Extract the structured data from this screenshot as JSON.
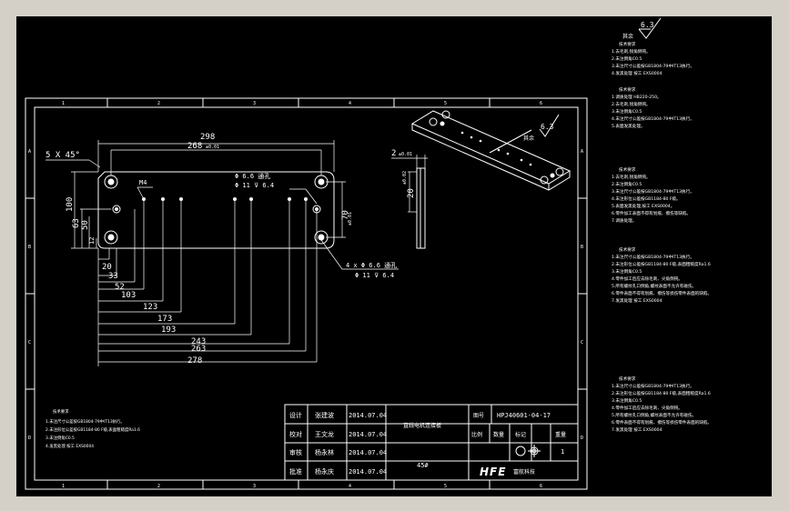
{
  "drawing": {
    "dimensions": {
      "chamfer": "5 X 45°",
      "d298": "298",
      "d268": "268",
      "d268_tol": "±0.01",
      "thread": "M4",
      "d100": "100",
      "d63": "63",
      "d50": "50",
      "d12": "12",
      "d70": "70",
      "d70_tol": "±0.01",
      "d20": "20",
      "d33": "33",
      "d52": "52",
      "d103": "103",
      "d123": "123",
      "d173": "173",
      "d193": "193",
      "d243": "243",
      "d263": "263",
      "d278": "278",
      "hole_top": "Φ 6.6 通孔",
      "hole_top2": "Φ 11 ⊽ 6.4",
      "hole_4x": "4 x Φ 6.6 通孔",
      "hole_4x2": "Φ 11 ⊽ 6.4",
      "side_2": "2",
      "side_2_tol": "±0.01",
      "side_20": "20",
      "side_20_tol": "±0.02",
      "roughness_iso": "6.3",
      "roughness_iso_label": "其余",
      "roughness_corner": "6.3",
      "roughness_corner_label": "其余"
    },
    "left_notes": {
      "title": "技术要求",
      "lines": [
        "1.未注尺寸公差按GB1804-79中IT13执行。",
        "2.未注形位公差按GB1184-80 F级,表面粗糙度Ra1.6",
        "3.未注倒角C0.5",
        "4.发黑处理 按工 EXS0004"
      ]
    },
    "title_block": {
      "row_labels": [
        "设计",
        "校对",
        "审核",
        "批准"
      ],
      "names": [
        "张建波",
        "王文龙",
        "杨永林",
        "杨永庆"
      ],
      "dates": [
        "2014.07.04",
        "2014.07.04",
        "2014.07.04",
        "2014.07.04"
      ],
      "part_name": "直线电机连接板",
      "material": "45#",
      "drawing_no_label": "图号",
      "drawing_no": "HPJ40601-04-17",
      "ratio_label": "比例",
      "qty_label": "数量",
      "mark_label": "标记",
      "scale_label": "重量",
      "qty_value": "1",
      "company": "HFE",
      "company_sub": "富航科技"
    },
    "border_letters": [
      "A",
      "B",
      "C",
      "D"
    ],
    "border_numbers": [
      "1",
      "2",
      "3",
      "4",
      "5",
      "6"
    ]
  },
  "right_panel": {
    "roughness_value": "6.3",
    "roughness_label": "其余",
    "blocks": [
      {
        "title": "技术要求",
        "lines": [
          "1.去毛刺,锐角倒钝。",
          "2.未注倒角C0.5",
          "3.未注尺寸公差按GB1804-79中IT13执行。",
          "4.发黑处理 按工 EXS0004"
        ]
      },
      {
        "title": "技术要求",
        "lines": [
          "1.调质处理 HB220-250。",
          "2.去毛刺,锐角倒钝。",
          "3.未注倒角C0.5",
          "4.未注尺寸公差按GB1804-79中IT13执行。",
          "5.表面发黑处理。"
        ]
      },
      {
        "title": "技术要求",
        "lines": [
          "1.去毛刺,锐角倒钝。",
          "2.未注倒角C0.5",
          "3.未注尺寸公差按GB1804-79中IT13执行。",
          "4.未注形位公差按GB1184-80 F级。",
          "5.表面发黑处理,按工 EXS0004。",
          "6.零件加工表面不得有划痕、擦伤等缺陷。",
          "7.调质处理。"
        ]
      },
      {
        "title": "技术要求",
        "lines": [
          "1.未注尺寸公差按GB1804-79中IT13执行。",
          "2.未注形位公差按GB1184-80 F级,表面粗糙度Ra1.6",
          "3.未注倒角C0.5",
          "4.零件加工后应去除毛刺、尖角倒钝。",
          "5.所有螺纹孔口倒角,螺纹表面不允许有碰伤。",
          "6.零件表面不得有划痕、擦伤等损伤零件表面的缺陷。",
          "7.发黑处理 按工 EXS0004"
        ]
      },
      {
        "title": "技术要求",
        "lines": [
          "1.未注尺寸公差按GB1804-79中IT13执行。",
          "2.未注形位公差按GB1184-80 F级,表面粗糙度Ra1.6",
          "3.未注倒角C0.5",
          "4.零件加工后应去除毛刺、尖角倒钝。",
          "5.所有螺纹孔口倒角,螺纹表面不允许有碰伤。",
          "6.零件表面不得有划痕、擦伤等损伤零件表面的缺陷。",
          "7.发黑处理 按工 EXS0004"
        ]
      }
    ]
  }
}
